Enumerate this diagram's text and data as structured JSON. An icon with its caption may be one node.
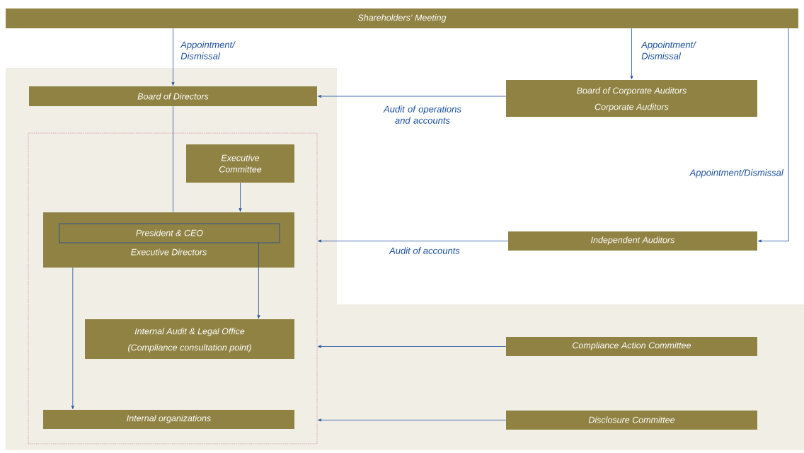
{
  "diagram": {
    "nodes": [
      {
        "text": [
          "Shareholders’ Meeting"
        ]
      },
      {
        "text": [
          "Board of Directors"
        ]
      },
      {
        "text": [
          "Board of Corporate Auditors",
          "Corporate Auditors"
        ]
      },
      {
        "text": [],
        "shape": "box"
      },
      {
        "text": [
          "Executive Committee"
        ],
        "in": 3
      },
      {
        "text": [
          "Executive Directors"
        ],
        "in": 3
      },
      {
        "text": [
          "President & CEO"
        ],
        "in": 5
      },
      {
        "text": [
          "Internal Audit & Legal Office",
          "(Compliance consultation point)"
        ],
        "in": 3
      },
      {
        "text": [
          "Internal organizations"
        ],
        "in": 3
      },
      {
        "text": [
          "Independent Auditors"
        ]
      },
      {
        "text": [
          "Compliance Action Committee"
        ]
      },
      {
        "text": [
          "Disclosure Committee"
        ]
      }
    ],
    "edges": [
      {
        "from": 0,
        "to": 1,
        "arrow": "to",
        "label": "Appointment/ Dismissal"
      },
      {
        "from": 0,
        "to": 2,
        "arrow": "to",
        "label": "Appointment/ Dismissal"
      },
      {
        "from": 0,
        "to": 9,
        "arrow": "to",
        "label": "Appointment/Dismissal"
      },
      {
        "from": 2,
        "to": 1,
        "arrow": "to",
        "label": "Audit of operations and accounts"
      },
      {
        "from": 1,
        "to": 5,
        "arrow": "none"
      },
      {
        "from": 4,
        "to": 5,
        "arrow": "to"
      },
      {
        "from": 6,
        "to": 7,
        "arrow": "to"
      },
      {
        "from": 5,
        "to": 8,
        "arrow": "to"
      },
      {
        "from": 9,
        "to": 3,
        "arrow": "to",
        "label": "Audit of accounts"
      },
      {
        "from": 10,
        "to": 3,
        "arrow": "to"
      },
      {
        "from": 11,
        "to": 3,
        "arrow": "to"
      }
    ]
  }
}
